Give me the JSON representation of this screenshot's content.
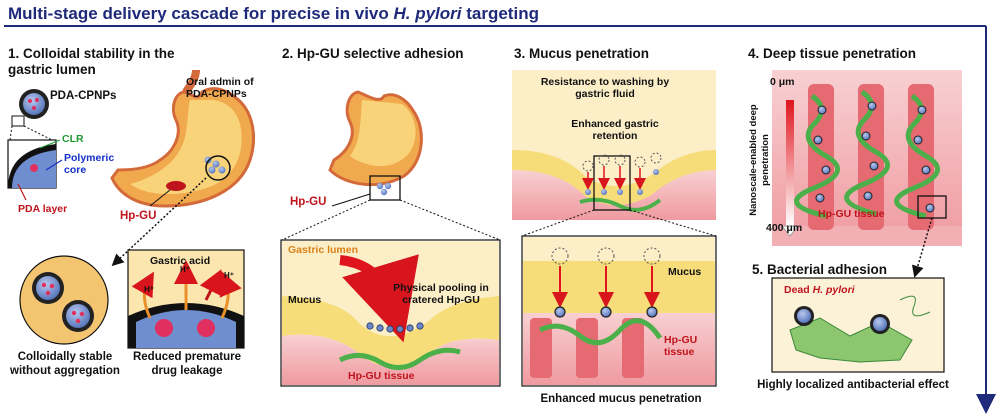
{
  "title": {
    "main": "Multi-stage delivery cascade for precise in vivo ",
    "italic": "H. pylori",
    "rest": " targeting"
  },
  "colors": {
    "title_blue": "#1f2a7a",
    "red": "#c0141c",
    "orange": "#d9821a",
    "green": "#1f9a32",
    "blue": "#1230c8",
    "stomach": "#f2b35a",
    "tissue": "#e9848a",
    "mucus": "#f7e08a"
  },
  "panel1": {
    "heading": "1. Colloidal stability in the gastric lumen",
    "np_name": "PDA-CPNPs",
    "clr": "CLR",
    "core": "Polymeric core",
    "pda": "PDA layer",
    "oral": "Oral admin of PDA-CPNPs",
    "hpgu": "Hp-GU",
    "acid": "Gastric acid",
    "proton": "H⁺",
    "caption_left": "Colloidally stable without aggregation",
    "caption_right": "Reduced premature drug leakage"
  },
  "panel2": {
    "heading": "2. Hp-GU selective adhesion",
    "hpgu": "Hp-GU",
    "lumen": "Gastric lumen",
    "mucus": "Mucus",
    "pooling": "Physical pooling in cratered Hp-GU",
    "tissue": "Hp-GU tissue"
  },
  "panel3": {
    "heading": "3. Mucus penetration",
    "resistance": "Resistance to washing by gastric fluid",
    "retention": "Enhanced gastric retention",
    "mucus": "Mucus",
    "tissue": "Hp-GU tissue",
    "caption": "Enhanced mucus penetration"
  },
  "panel4": {
    "heading": "4. Deep tissue penetration",
    "depth_top": "0 μm",
    "depth_bottom": "400 μm",
    "vertical": "Nanoscale-enabled deep penetration",
    "tissue": "Hp-GU tissue"
  },
  "panel5": {
    "heading": "5. Bacterial adhesion",
    "dead": "Dead ",
    "dead_italic": "H. pylori",
    "caption": "Highly localized antibacterial effect"
  }
}
